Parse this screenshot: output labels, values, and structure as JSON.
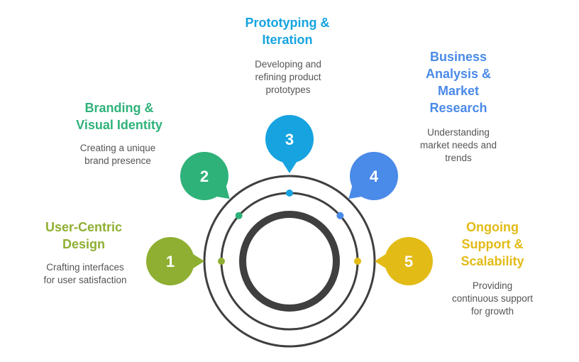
{
  "steps": [
    {
      "number": "1",
      "title": "User-Centric\nDesign",
      "description": "Crafting interfaces\nfor user satisfaction",
      "color": "#8faf32"
    },
    {
      "number": "2",
      "title": "Branding &\nVisual Identity",
      "description": "Creating a unique\nbrand presence",
      "color": "#2fb27a"
    },
    {
      "number": "3",
      "title": "Prototyping &\nIteration",
      "description": "Developing and\nrefining product\nprototypes",
      "color": "#16a3e0"
    },
    {
      "number": "4",
      "title": "Business\nAnalysis &\nMarket\nResearch",
      "description": "Understanding\nmarket needs and\ntrends",
      "color": "#4a8ae8"
    },
    {
      "number": "5",
      "title": "Ongoing\nSupport &\nScalability",
      "description": "Providing\ncontinuous support\nfor growth",
      "color": "#e2bb16"
    }
  ],
  "ring_color": "#3f3f3f"
}
